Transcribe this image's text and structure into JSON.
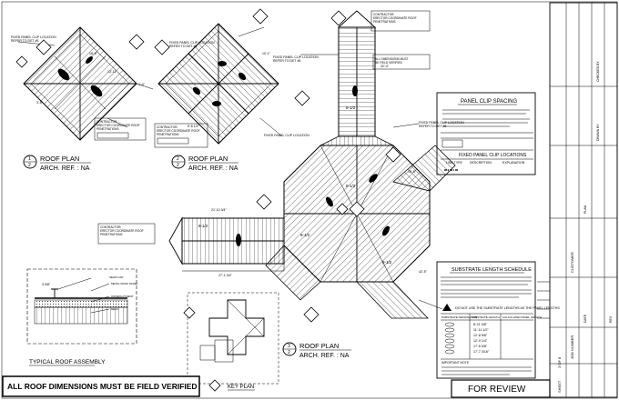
{
  "title_block": {
    "sheet_label": "SHEET",
    "sheet_of": "3 OF 8",
    "job_number_label": "JOB NUMBER",
    "customer_label": "CUSTOMER",
    "date_label": "DATE",
    "rev_label": "REV",
    "drawn_by_label": "DRAWN BY",
    "checked_by_label": "CHECKED BY",
    "plan_label": "PLAN"
  },
  "views": {
    "roof_plan_1": {
      "number": "1",
      "sheet": "2",
      "title": "ROOF PLAN",
      "ref": "ARCH. REF. :  NA"
    },
    "roof_plan_2": {
      "number": "2",
      "sheet": "2",
      "title": "ROOF PLAN",
      "ref": "ARCH. REF. :  NA"
    },
    "roof_plan_3": {
      "number": "3",
      "sheet": "2",
      "title": "ROOF PLAN",
      "ref": "ARCH. REF. :  NA"
    }
  },
  "panel_clip_spacing": {
    "title": "PANEL CLIP SPACING",
    "subtitle": "FIXED PANEL CLIP LOCATIONS",
    "col1": "LINE TYPE",
    "col2": "DESCRIPTION",
    "col3": "EXPLANATION"
  },
  "substrate_schedule": {
    "title": "SUBSTRATE LENGTH SCHEDULE",
    "warning": "DO NOT USE THE SUBSTRATE LENGTHS AS THE PANEL LENGTHS",
    "col1": "SUBSTRATE DESIGNATION",
    "col2": "SUBSTRATE LENGTH",
    "col3": "CALCULATED PANEL LENGTH",
    "rows": [
      {
        "length": "8'-11 3/8\""
      },
      {
        "length": "11'-11 1/2\""
      },
      {
        "length": "12'-8 5/8\""
      },
      {
        "length": "12'-9 1/4\""
      },
      {
        "length": "17'-6 5/8\""
      },
      {
        "length": "17'-7 3/16\""
      }
    ],
    "note_title": "IMPORTANT NOTE"
  },
  "typical_assembly": {
    "title": "TYPICAL ROOF ASSEMBLY"
  },
  "key_plan": {
    "title": "KEY PLAN"
  },
  "footer": {
    "field_verify": "ALL ROOF DIMENSIONS MUST BE FIELD VERIFIED",
    "status": "FOR REVIEW"
  },
  "slope_labels": [
    "8-1/2",
    "8-1/2",
    "8-1/2",
    "8-1/2",
    "8-1/2"
  ]
}
